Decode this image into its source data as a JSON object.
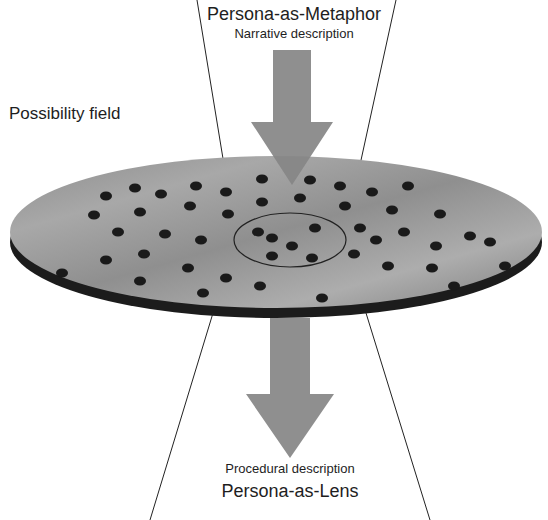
{
  "diagram": {
    "labels": [
      "Persona-as-Metaphor",
      "Narrative description",
      "Possibility field",
      "Procedural description",
      "Persona-as-Lens"
    ]
  }
}
